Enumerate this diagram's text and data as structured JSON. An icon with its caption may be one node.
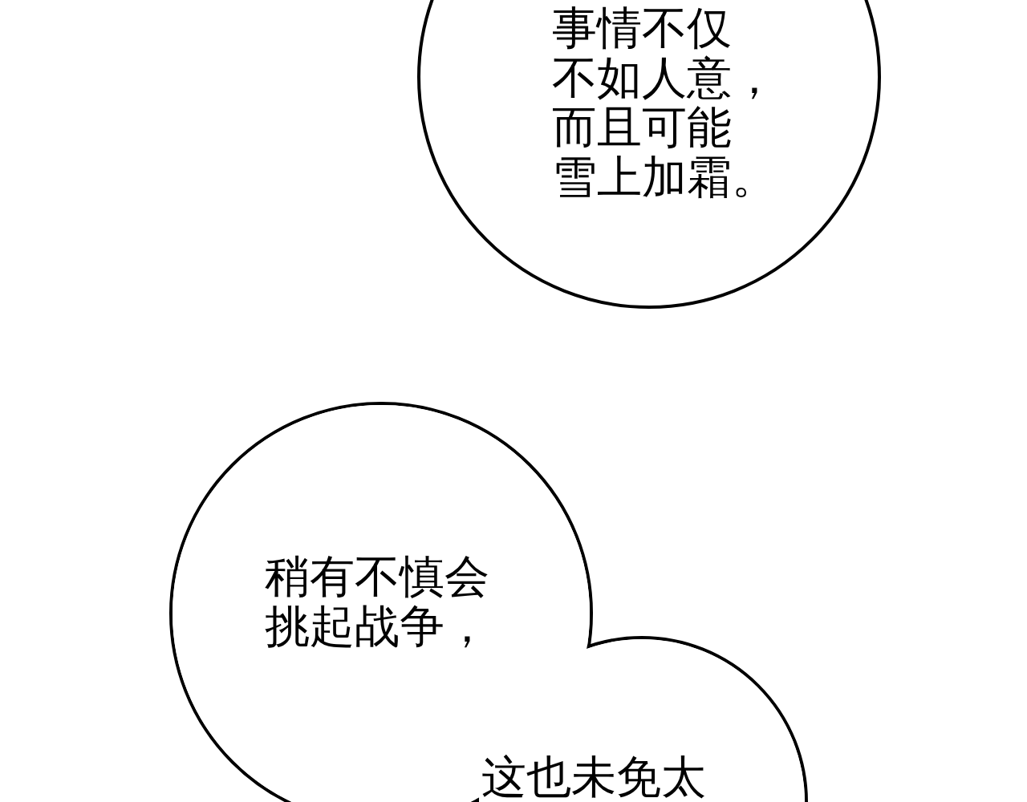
{
  "diagram": {
    "nodes": [
      {
        "text": [
          "事情不仅不如人意，而且可能雪上加霜。"
        ]
      },
      {
        "text": [
          "稍有不慎会挑起战争，",
          "这也未免太"
        ]
      }
    ]
  }
}
